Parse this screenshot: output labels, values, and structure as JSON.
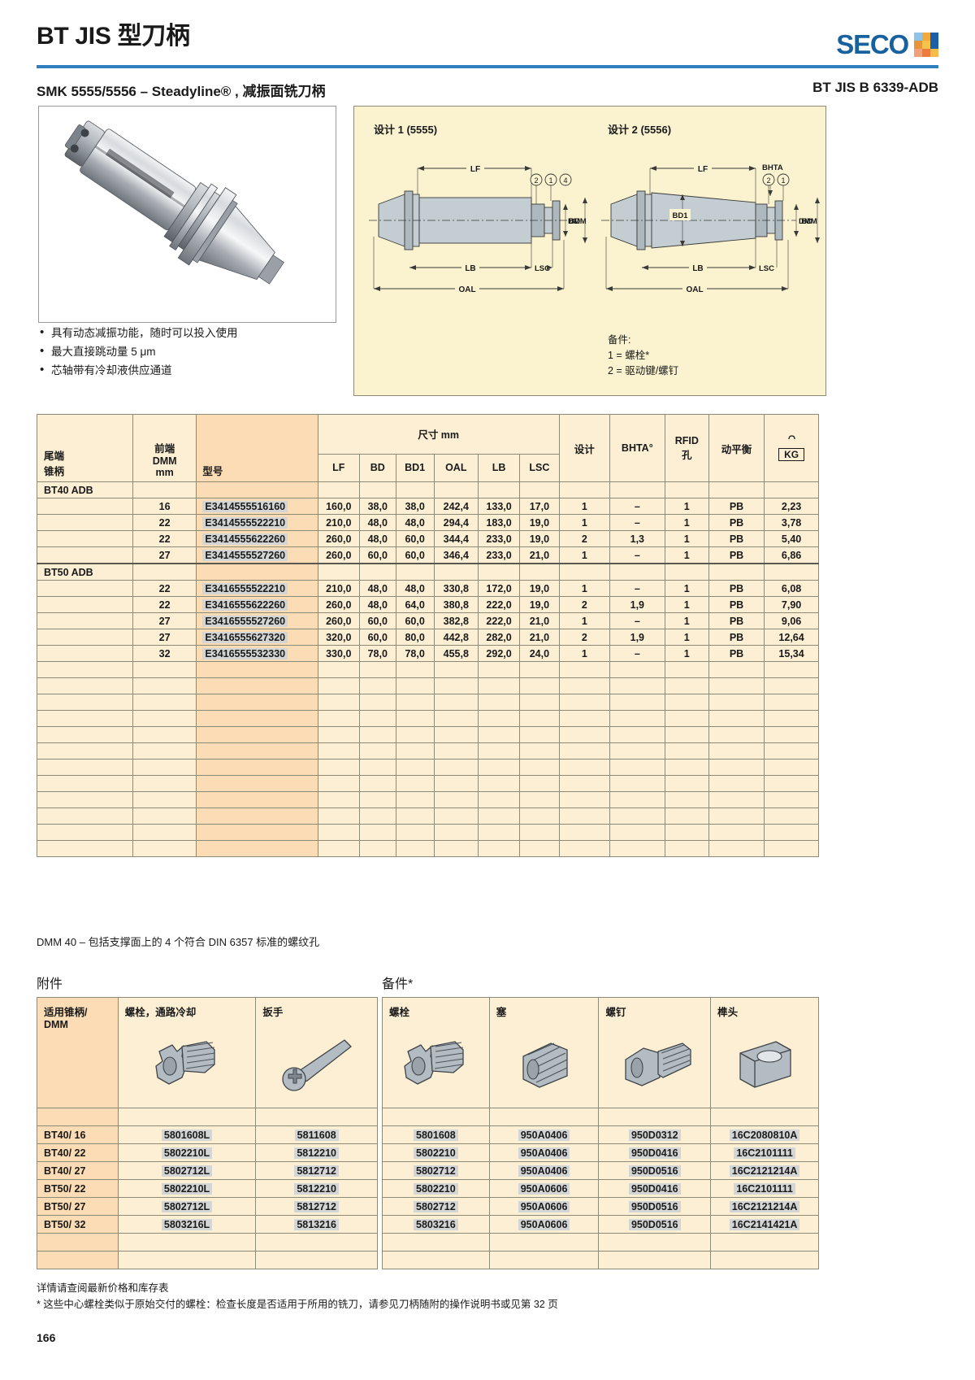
{
  "header": {
    "title": "BT JIS 型刀柄",
    "logo_text": "SECO",
    "logo_colors": [
      "#8fc3e8",
      "#f0a93a",
      "#1b5fa8",
      "#e8943a",
      "#f5c24a",
      "#1b5fa8",
      "#f2a07a",
      "#ee7a3c",
      "#f5bc4a"
    ],
    "subtitle_left": "SMK 5555/5556 – Steadyline® , 减振面铣刀柄",
    "subtitle_right": "BT JIS B 6339-ADB",
    "rule_color": "#2f7fc1"
  },
  "features": [
    "具有动态减振功能，随时可以投入使用",
    "最大直接跳动量 5 μm",
    "芯轴带有冷却液供应通道"
  ],
  "diagram": {
    "design1_title": "设计 1 (5555)",
    "design2_title": "设计 2 (5556)",
    "labels": [
      "LF",
      "BD",
      "BD1",
      "OAL",
      "LB",
      "LSC",
      "DMM",
      "BHTA"
    ],
    "callouts": [
      "1",
      "2",
      "4"
    ],
    "spare_header": "备件:",
    "spare_lines": [
      "1 = 螺栓*",
      "2 = 驱动键/螺钉"
    ],
    "background": "#fbf2cf"
  },
  "main_table": {
    "headers": {
      "shank": "尾端\n锥柄",
      "shank_l1": "尾端",
      "shank_l2": "锥柄",
      "dmm_l1": "前端",
      "dmm_l2": "DMM",
      "dmm_l3": "mm",
      "order": "型号",
      "dimensions": "尺寸 mm",
      "cols": [
        "LF",
        "BD",
        "BD1",
        "OAL",
        "LB",
        "LSC"
      ],
      "design": "设计",
      "bhta": "BHTA°",
      "rfid_l1": "RFID",
      "rfid_l2": "孔",
      "balance": "动平衡",
      "weight": "KG"
    },
    "groups": [
      {
        "name": "BT40 ADB",
        "rows": [
          {
            "dmm": "16",
            "order": "E3414555516160",
            "lf": "160,0",
            "bd": "38,0",
            "bd1": "38,0",
            "oal": "242,4",
            "lb": "133,0",
            "lsc": "17,0",
            "design": "1",
            "bhta": "–",
            "rfid": "1",
            "balance": "PB",
            "kg": "2,23"
          },
          {
            "dmm": "22",
            "order": "E3414555522210",
            "lf": "210,0",
            "bd": "48,0",
            "bd1": "48,0",
            "oal": "294,4",
            "lb": "183,0",
            "lsc": "19,0",
            "design": "1",
            "bhta": "–",
            "rfid": "1",
            "balance": "PB",
            "kg": "3,78"
          },
          {
            "dmm": "22",
            "order": "E3414555622260",
            "lf": "260,0",
            "bd": "48,0",
            "bd1": "60,0",
            "oal": "344,4",
            "lb": "233,0",
            "lsc": "19,0",
            "design": "2",
            "bhta": "1,3",
            "rfid": "1",
            "balance": "PB",
            "kg": "5,40"
          },
          {
            "dmm": "27",
            "order": "E3414555527260",
            "lf": "260,0",
            "bd": "60,0",
            "bd1": "60,0",
            "oal": "346,4",
            "lb": "233,0",
            "lsc": "21,0",
            "design": "1",
            "bhta": "–",
            "rfid": "1",
            "balance": "PB",
            "kg": "6,86"
          }
        ]
      },
      {
        "name": "BT50 ADB",
        "rows": [
          {
            "dmm": "22",
            "order": "E3416555522210",
            "lf": "210,0",
            "bd": "48,0",
            "bd1": "48,0",
            "oal": "330,8",
            "lb": "172,0",
            "lsc": "19,0",
            "design": "1",
            "bhta": "–",
            "rfid": "1",
            "balance": "PB",
            "kg": "6,08"
          },
          {
            "dmm": "22",
            "order": "E3416555622260",
            "lf": "260,0",
            "bd": "48,0",
            "bd1": "64,0",
            "oal": "380,8",
            "lb": "222,0",
            "lsc": "19,0",
            "design": "2",
            "bhta": "1,9",
            "rfid": "1",
            "balance": "PB",
            "kg": "7,90"
          },
          {
            "dmm": "27",
            "order": "E3416555527260",
            "lf": "260,0",
            "bd": "60,0",
            "bd1": "60,0",
            "oal": "382,8",
            "lb": "222,0",
            "lsc": "21,0",
            "design": "1",
            "bhta": "–",
            "rfid": "1",
            "balance": "PB",
            "kg": "9,06"
          },
          {
            "dmm": "27",
            "order": "E3416555627320",
            "lf": "320,0",
            "bd": "60,0",
            "bd1": "80,0",
            "oal": "442,8",
            "lb": "282,0",
            "lsc": "21,0",
            "design": "2",
            "bhta": "1,9",
            "rfid": "1",
            "balance": "PB",
            "kg": "12,64"
          },
          {
            "dmm": "32",
            "order": "E3416555532330",
            "lf": "330,0",
            "bd": "78,0",
            "bd1": "78,0",
            "oal": "455,8",
            "lb": "292,0",
            "lsc": "24,0",
            "design": "1",
            "bhta": "–",
            "rfid": "1",
            "balance": "PB",
            "kg": "15,34"
          }
        ]
      }
    ],
    "empty_row_count": 12,
    "note": "DMM 40 – 包括支撑面上的 4 个符合 DIN 6357 标准的螺纹孔"
  },
  "accessories": {
    "section_title": "附件",
    "headers": {
      "shank_l1": "适用锥柄/",
      "shank_l2": "DMM",
      "bolt": "螺栓，通路冷却",
      "wrench": "扳手"
    },
    "rows": [
      {
        "shank": "BT40/ 16",
        "bolt": "5801608L",
        "wrench": "5811608"
      },
      {
        "shank": "BT40/ 22",
        "bolt": "5802210L",
        "wrench": "5812210"
      },
      {
        "shank": "BT40/ 27",
        "bolt": "5802712L",
        "wrench": "5812712"
      },
      {
        "shank": "BT50/ 22",
        "bolt": "5802210L",
        "wrench": "5812210"
      },
      {
        "shank": "BT50/ 27",
        "bolt": "5802712L",
        "wrench": "5812712"
      },
      {
        "shank": "BT50/ 32",
        "bolt": "5803216L",
        "wrench": "5813216"
      }
    ]
  },
  "spares": {
    "section_title": "备件*",
    "headers": {
      "bolt": "螺栓",
      "plug": "塞",
      "screw": "螺钉",
      "key": "榫头"
    },
    "rows": [
      {
        "bolt": "5801608",
        "plug": "950A0406",
        "screw": "950D0312",
        "key": "16C2080810A"
      },
      {
        "bolt": "5802210",
        "plug": "950A0406",
        "screw": "950D0416",
        "key": "16C2101111"
      },
      {
        "bolt": "5802712",
        "plug": "950A0406",
        "screw": "950D0516",
        "key": "16C2121214A"
      },
      {
        "bolt": "5802210",
        "plug": "950A0606",
        "screw": "950D0416",
        "key": "16C2101111"
      },
      {
        "bolt": "5802712",
        "plug": "950A0606",
        "screw": "950D0516",
        "key": "16C2121214A"
      },
      {
        "bolt": "5803216",
        "plug": "950A0606",
        "screw": "950D0516",
        "key": "16C2141421A"
      }
    ]
  },
  "footer": {
    "line1": "详情请查阅最新价格和库存表",
    "line2": "* 这些中心螺栓类似于原始交付的螺栓：检查长度是否适用于所用的铣刀，请参见刀柄随附的操作说明书或见第 32 页",
    "page_number": "166"
  }
}
